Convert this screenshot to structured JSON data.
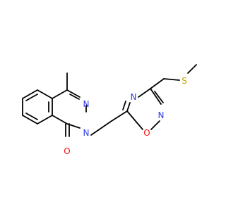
{
  "colors": {
    "bond": "#000000",
    "carbon": "#000000",
    "nitrogen": "#2F39E6",
    "oxygen": "#FF0D0D",
    "sulfur": "#C8A000"
  },
  "atoms": {
    "n_ring_top": "N",
    "n_ring_center": "N",
    "o_carbonyl": "O",
    "n_oxadiazole_left": "N",
    "n_oxadiazole_bottom": "N",
    "o_oxadiazole": "O",
    "s_thioether": "S"
  }
}
